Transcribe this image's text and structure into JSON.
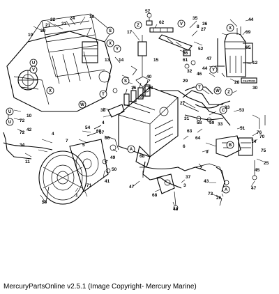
{
  "caption": "MercuryPartsOnline v2.5.1 (Image Copyright- Mercury Marine)",
  "caution_label": "CAUTION",
  "ref_letters": [
    "S",
    "V",
    "W",
    "X",
    "Y",
    "Z",
    "T",
    "U",
    "A",
    "B",
    "C"
  ],
  "part_numbers": [
    "1",
    "2",
    "3",
    "4",
    "5",
    "6",
    "7",
    "8",
    "9",
    "10",
    "11",
    "12",
    "13",
    "14",
    "15",
    "16",
    "17",
    "18",
    "19",
    "20",
    "21",
    "22",
    "23",
    "24",
    "25",
    "26",
    "27",
    "28",
    "29",
    "30",
    "31",
    "32",
    "33",
    "34",
    "35",
    "36",
    "37",
    "38",
    "39",
    "40",
    "41",
    "42",
    "43",
    "44",
    "45",
    "46",
    "47",
    "48",
    "49",
    "50",
    "51",
    "52",
    "53",
    "54",
    "55",
    "56",
    "57",
    "58",
    "59",
    "60",
    "61",
    "62",
    "63",
    "64",
    "65",
    "66",
    "67",
    "68",
    "69",
    "70",
    "71",
    "72",
    "73",
    "74",
    "75",
    "76"
  ]
}
